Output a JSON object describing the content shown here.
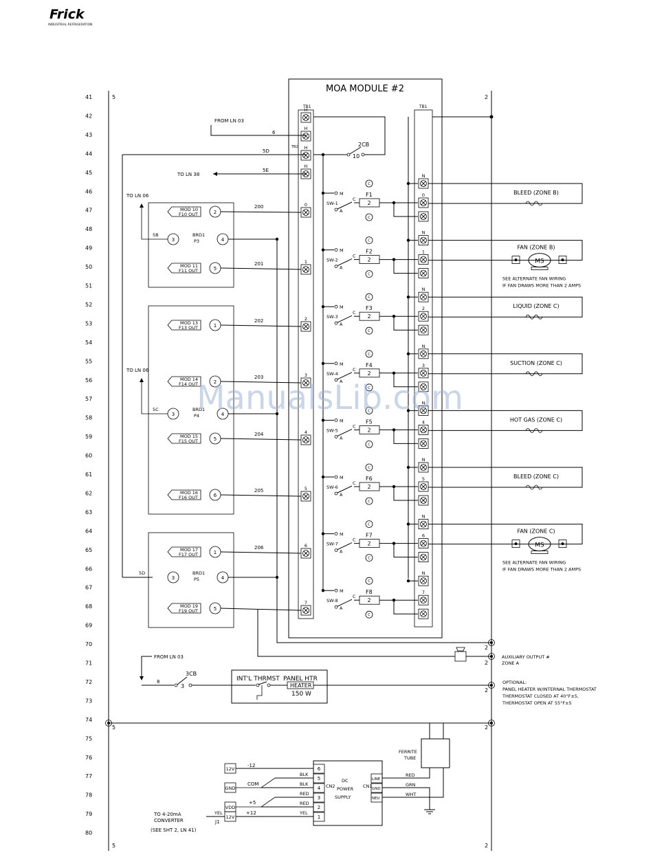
{
  "brand": {
    "name": "Frick",
    "tagline": "INDUSTRIAL REFRIGERATION"
  },
  "watermark": "ManualsLib.com",
  "line_numbers": [
    "41",
    "42",
    "43",
    "44",
    "45",
    "46",
    "47",
    "48",
    "49",
    "50",
    "51",
    "52",
    "53",
    "54",
    "55",
    "56",
    "57",
    "58",
    "59",
    "60",
    "61",
    "62",
    "63",
    "64",
    "65",
    "66",
    "67",
    "68",
    "69",
    "70",
    "71",
    "72",
    "73",
    "74",
    "75",
    "76",
    "77",
    "78",
    "79",
    "80"
  ],
  "rail_left": "5",
  "rail_right": "2",
  "module": {
    "title": "MOA MODULE #2",
    "tb_left": "TB1",
    "tb_right": "TB1",
    "tb2": "TB2",
    "breaker": "2CB",
    "breaker_terminal": "10"
  },
  "top_wires": {
    "from": "FROM LN 03",
    "wire6": "6",
    "wire5d": "5D",
    "to": "TO LN 38",
    "wire5e": "5E"
  },
  "left_terminals": [
    "H",
    "H",
    "H",
    "H",
    "0",
    "1",
    "2",
    "3",
    "4",
    "5",
    "6",
    "7"
  ],
  "switches": [
    {
      "sw": "SW-1",
      "fuse": "F1",
      "fuse_val": "2",
      "out": "0",
      "load": "BLEED (ZONE B)"
    },
    {
      "sw": "SW-2",
      "fuse": "F2",
      "fuse_val": "2",
      "out": "1",
      "load": "FAN (ZONE B)"
    },
    {
      "sw": "SW-3",
      "fuse": "F3",
      "fuse_val": "2",
      "out": "2",
      "load": "LIQUID (ZONE C)"
    },
    {
      "sw": "SW-4",
      "fuse": "F4",
      "fuse_val": "2",
      "out": "3",
      "load": "SUCTION (ZONE C)"
    },
    {
      "sw": "SW-5",
      "fuse": "F5",
      "fuse_val": "2",
      "out": "4",
      "load": "HOT GAS (ZONE C)"
    },
    {
      "sw": "SW-6",
      "fuse": "F6",
      "fuse_val": "2",
      "out": "5",
      "load": "BLEED (ZONE C)"
    },
    {
      "sw": "SW-7",
      "fuse": "F7",
      "fuse_val": "2",
      "out": "6",
      "load": "FAN (ZONE C)"
    },
    {
      "sw": "SW-8",
      "fuse": "F8",
      "fuse_val": "2",
      "out": "7",
      "load": ""
    }
  ],
  "sw_labels": {
    "m": "M",
    "a": "A",
    "c": "C",
    "n": "N"
  },
  "fan_note": [
    "SEE ALTERNATE FAN WIRING",
    "IF FAN DRAWS MORE THAN 2 AMPS"
  ],
  "motor": "MS",
  "wire_numbers": [
    "200",
    "201",
    "202",
    "203",
    "204",
    "205",
    "206"
  ],
  "boards": [
    {
      "name": "BRD1",
      "port": "P3",
      "to": "TO LN 06",
      "jumper": "5B"
    },
    {
      "name": "BRD1",
      "port": "P4",
      "to": "TO LN 06",
      "jumper": "5C"
    },
    {
      "name": "BRD1",
      "port": "P5",
      "to": "",
      "jumper": "5D"
    }
  ],
  "mods": [
    {
      "mod": "MOD 10",
      "out": "F10 OUT",
      "pin": "2"
    },
    {
      "mod": "MOD 11",
      "out": "F11 OUT",
      "pin": "5"
    },
    {
      "mod": "MOD 13",
      "out": "F13 OUT",
      "pin": "1"
    },
    {
      "mod": "MOD 14",
      "out": "F14 OUT",
      "pin": "2"
    },
    {
      "mod": "MOD 15",
      "out": "F15 OUT",
      "pin": "5"
    },
    {
      "mod": "MOD 16",
      "out": "F16 OUT",
      "pin": "6"
    },
    {
      "mod": "MOD 17",
      "out": "F17 OUT",
      "pin": "1"
    },
    {
      "mod": "MOD 19",
      "out": "F19 OUT",
      "pin": "5"
    }
  ],
  "pins": {
    "p3": "3",
    "p4": "4"
  },
  "aux": {
    "label": "AUXILIARY OUTPUT #",
    "zone": "ZONE A"
  },
  "heater": {
    "from": "FROM LN 03",
    "wire": "8",
    "breaker": "3CB",
    "breaker_term": "3",
    "thermostat": "INT'L THRMST",
    "panel": "PANEL HTR",
    "heater": "HEATER",
    "watts": "150 W"
  },
  "optional_note": [
    "OPTIONAL:",
    "PANEL HEATER W/INTERNAL THERMOSTAT",
    "THERMOSTAT CLOSED AT 40°F±5,",
    "THERMOSTAT OPEN AT 55°F±5"
  ],
  "power": {
    "ferrite": [
      "FERRITE",
      "TUBE"
    ],
    "supply": [
      "DC",
      "POWER",
      "SUPPLY"
    ],
    "cn1": "CN1",
    "cn2": "CN2",
    "cn1_pins": [
      "LINE",
      "GND",
      "NEU"
    ],
    "ac_wires": [
      "RED",
      "GRN",
      "WHT"
    ],
    "cn2_pins": [
      "6",
      "5",
      "4",
      "3",
      "2",
      "1"
    ],
    "dc_wires": [
      "BLK",
      "BLK",
      "RED",
      "RED",
      "YEL"
    ],
    "sig": [
      "-12",
      "COM",
      "+5",
      "+12"
    ],
    "left_labels": [
      "12V",
      "GND",
      "VDD",
      "12V"
    ],
    "j1": "J1",
    "yel": "YEL",
    "converter": [
      "TO 4-20mA",
      "CONVERTER",
      "(SEE SHT 2, LN 41)"
    ]
  }
}
